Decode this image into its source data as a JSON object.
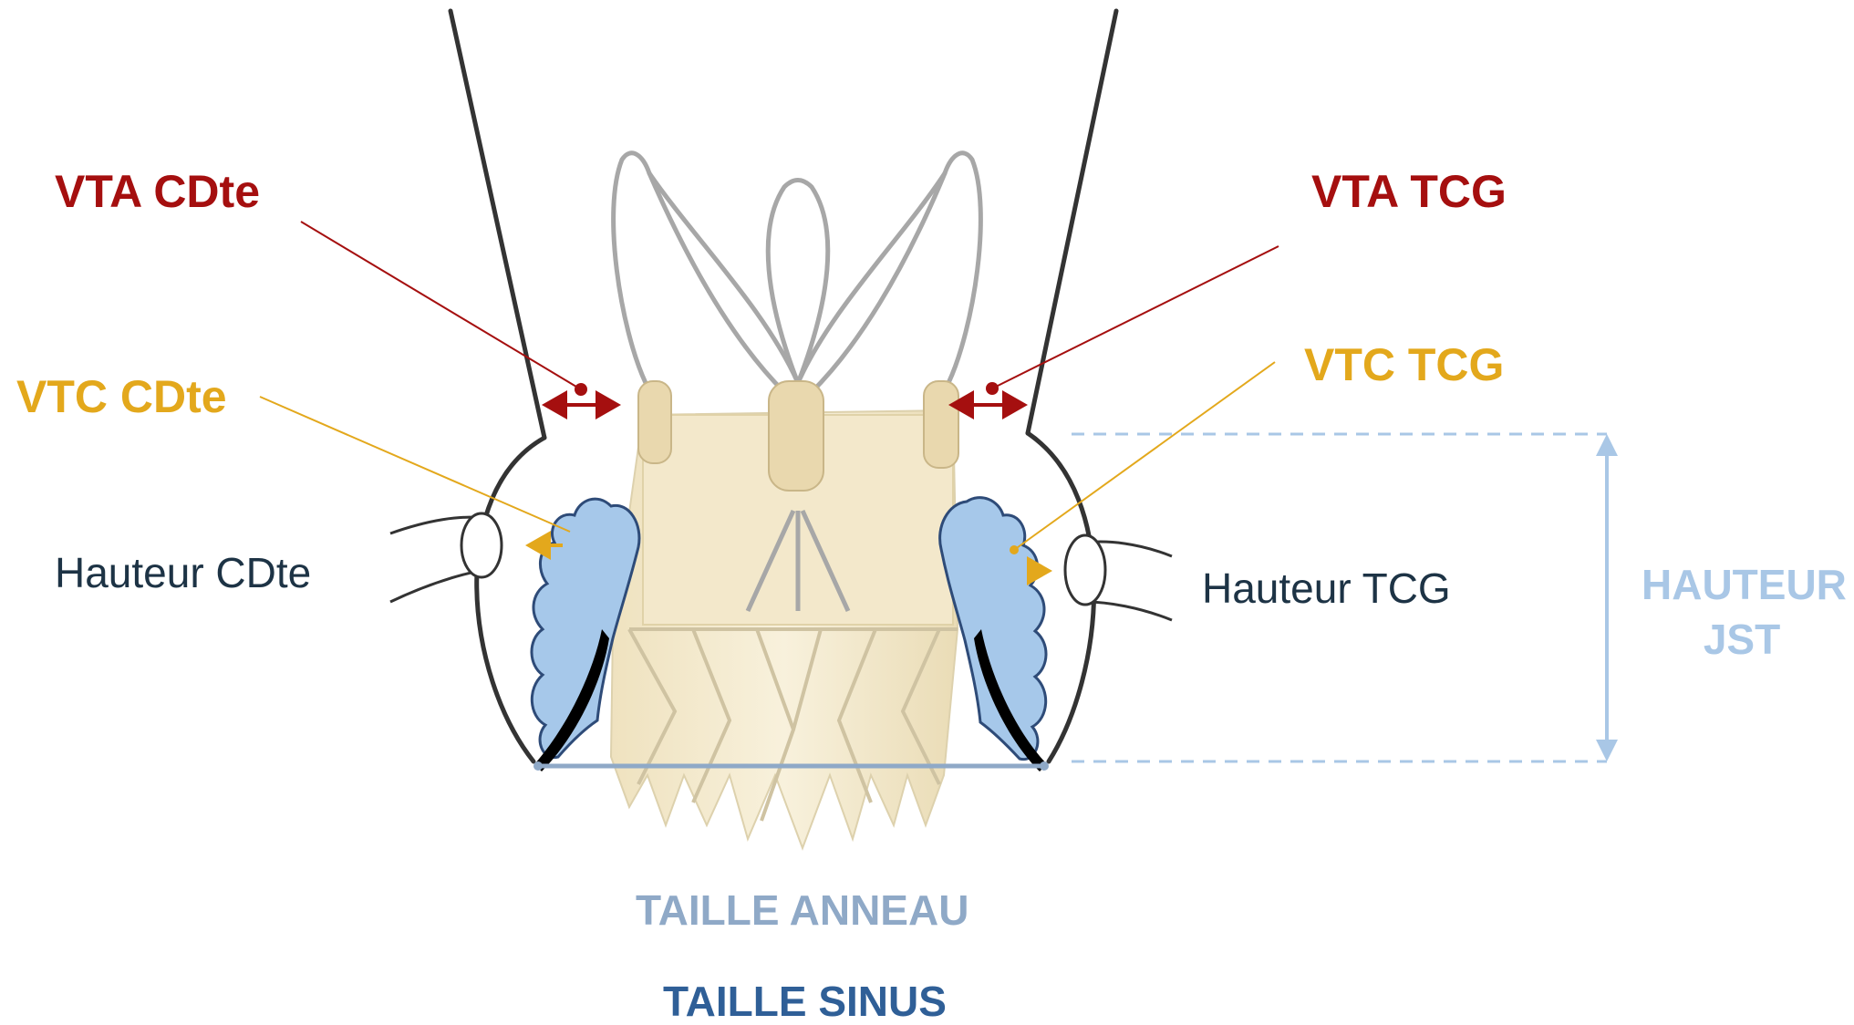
{
  "labels": {
    "vta_cdte": "VTA CDte",
    "vta_tcg": "VTA TCG",
    "vtc_cdte": "VTC CDte",
    "vtc_tcg": "VTC TCG",
    "hauteur_cdte": "Hauteur CDte",
    "hauteur_tcg": "Hauteur TCG",
    "hauteur_jst_line1": "HAUTEUR",
    "hauteur_jst_line2": "JST",
    "taille_anneau": "TAILLE ANNEAU",
    "taille_sinus": "TAILLE SINUS"
  },
  "colors": {
    "vta": "#a50f0f",
    "vtc": "#e3a81c",
    "hauteur_text": "#1d3345",
    "hauteur_jst": "#a9c7e6",
    "taille_anneau": "#8fa9c7",
    "taille_sinus": "#2f5f97",
    "leaflet_fill": "#a6c8ea",
    "valve_fabric": "#f4ead0",
    "aorta_line": "#333333"
  }
}
